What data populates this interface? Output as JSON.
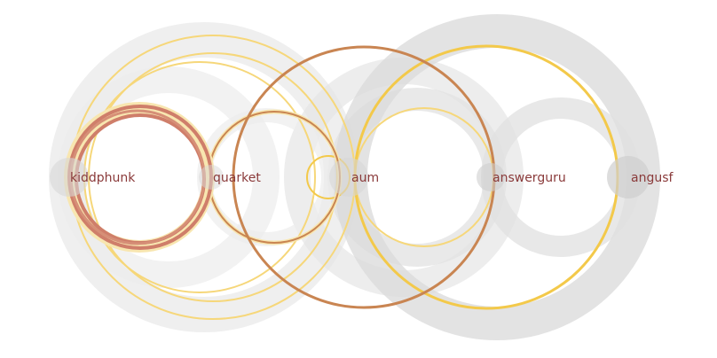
{
  "nodes": [
    {
      "id": "kiddphunk",
      "label": "kiddphunk"
    },
    {
      "id": "quarket",
      "label": "quarket"
    },
    {
      "id": "aum",
      "label": "aum"
    },
    {
      "id": "answerguru",
      "label": "answerguru"
    },
    {
      "id": "angusf",
      "label": "angusf"
    }
  ],
  "colors": {
    "gray_ring": "#d0d0d0",
    "gray_light": "#e6e6e6",
    "yellow": "#f6d77a",
    "yellow_strong": "#f3c94a",
    "orange": "#c98552",
    "salmon": "#cf7e6a",
    "cream": "#f8e6b0",
    "label": "#8a3a3a"
  }
}
